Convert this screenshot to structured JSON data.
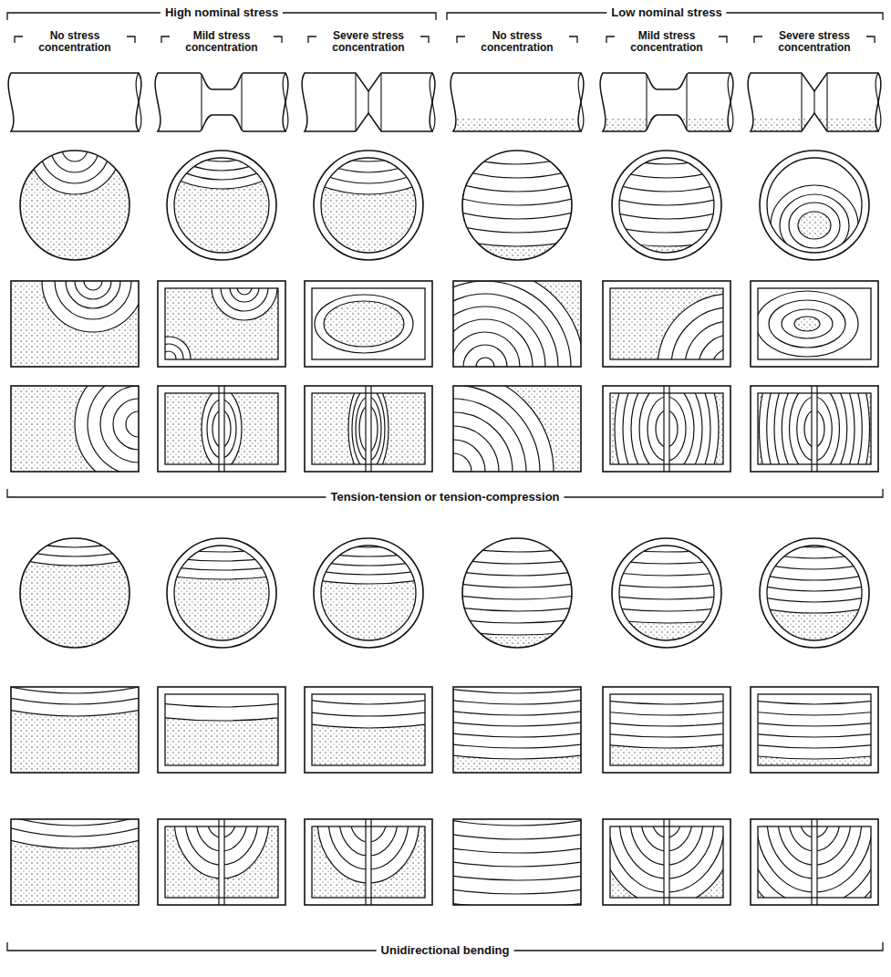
{
  "diagram": {
    "labels": [
      "High nominal stress",
      "Low nominal stress",
      "No stress concentration",
      "Mild stress concentration",
      "Severe stress concentration",
      "No stress concentration",
      "Mild stress concentration",
      "Severe stress concentration",
      "Tension-tension or tension-compression",
      "Unidirectional bending"
    ]
  }
}
